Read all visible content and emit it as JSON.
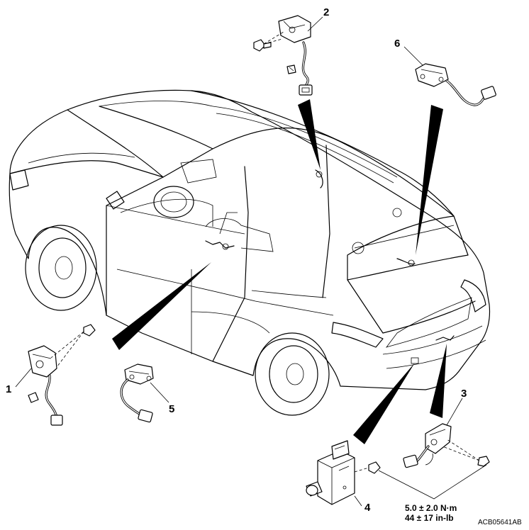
{
  "callouts": {
    "c1": "1",
    "c2": "2",
    "c3": "3",
    "c4": "4",
    "c5": "5",
    "c6": "6"
  },
  "torque": {
    "metric": "5.0 ± 2.0 N·m",
    "imperial": "44 ± 17 in-lb"
  },
  "figure_code": "ACB05641AB"
}
